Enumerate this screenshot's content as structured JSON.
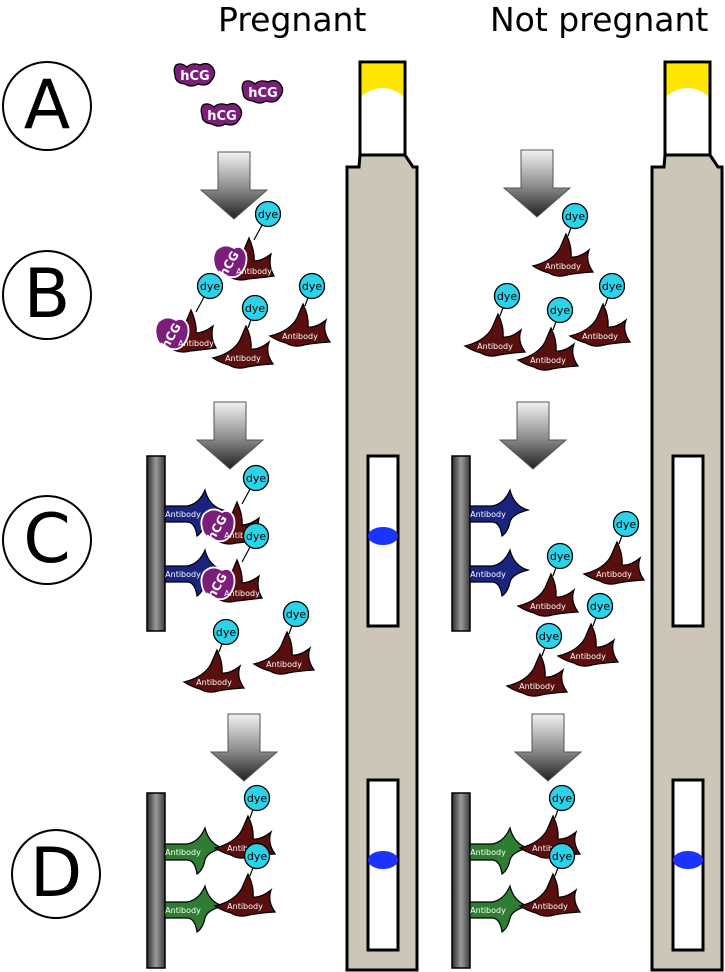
{
  "columns": {
    "pregnant": "Pregnant",
    "not_pregnant": "Not pregnant"
  },
  "steps": [
    "A",
    "B",
    "C",
    "D"
  ],
  "molecule_labels": {
    "hormone": "hCG",
    "dye": "dye",
    "antibody": "Antibody"
  },
  "colors": {
    "hcg": "#7a1e7a",
    "antibody_free": "#5a0f0f",
    "antibody_capture_c": "#1a237e",
    "antibody_control_d": "#2e7d32",
    "dye": "#2cd3e8",
    "test_line": "#1a33ff",
    "strip_body": "#cbc6b8",
    "cap_liquid": "#ffe600",
    "arrow": "gradient-gray",
    "wall": "gradient-gray"
  },
  "results": {
    "pregnant_lines": 2,
    "not_pregnant_lines": 1
  }
}
